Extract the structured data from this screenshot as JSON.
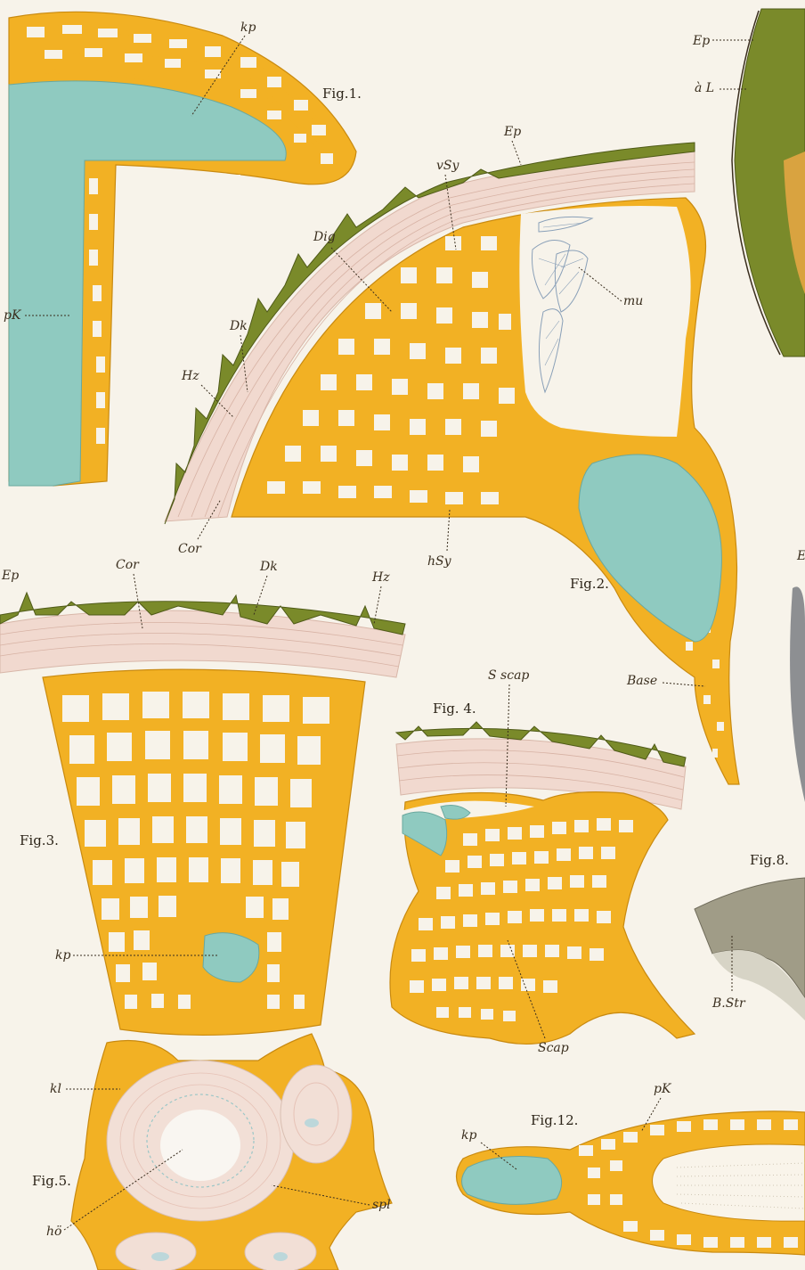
{
  "figures": {
    "fig1": "Fig.1.",
    "fig2": "Fig.2.",
    "fig3": "Fig.3.",
    "fig4": "Fig. 4.",
    "fig5": "Fig.5.",
    "fig8": "Fig.8.",
    "fig12": "Fig.12."
  },
  "labels": {
    "fig1_kp": "kp",
    "fig1_pK": "pK",
    "top_Ep": "Ep",
    "top_aL": "à L",
    "fig2_Ep": "Ep",
    "fig2_vSy": "vSy",
    "fig2_Dig": "Dig",
    "fig2_mu": "mu",
    "fig2_Dk": "Dk",
    "fig2_Hz": "Hz",
    "fig2_Cor": "Cor",
    "fig2_hSy": "hSy",
    "fig2_Base": "Base",
    "fig3_Ep": "Ep",
    "fig3_Cor": "Cor",
    "fig3_Dk": "Dk",
    "fig3_Hz": "Hz",
    "fig3_kp": "kp",
    "fig4_Sscap": "S scap",
    "fig4_Scap": "Scap",
    "fig5_kl": "kl",
    "fig5_ho": "hö",
    "fig5_spl": "spl",
    "fig8_BStr": "B.Str",
    "fig12_pK": "pK",
    "fig12_kp": "kp",
    "edge_E": "E"
  }
}
